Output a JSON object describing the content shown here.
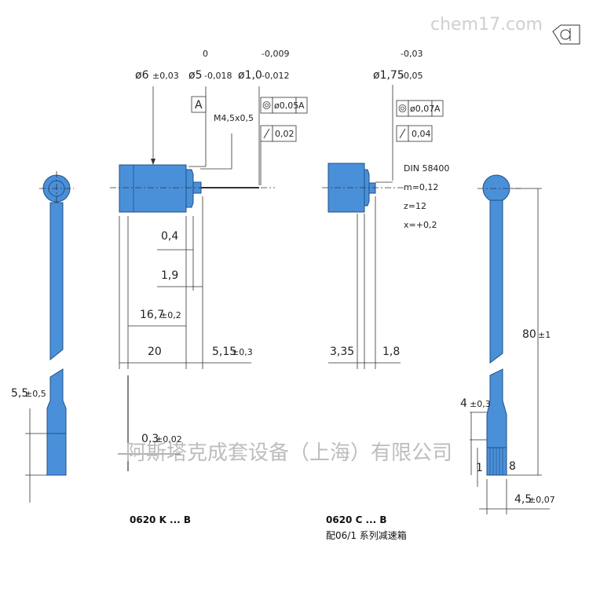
{
  "watermark_top": "chem17.com",
  "watermark_middle": "阿斯塔克成套设备（上海）有限公司",
  "part_k": {
    "label": "0620 K ... B",
    "dia_6": "ø6",
    "tol_6": "±0,03",
    "dia_5": "ø5",
    "tol_5_upper": "0",
    "tol_5_lower": "-0,018",
    "dia_1": "ø1,0",
    "tol_1_upper": "-0,009",
    "tol_1_lower": "-0,012",
    "datum": "A",
    "thread": "M4,5x0,5",
    "concentricity_value": "ø0,05",
    "concentricity_datum": "A",
    "runout_value": "0,02",
    "dim_0_4": "0,4",
    "dim_1_9": "1,9",
    "dim_16_7": "16,7",
    "tol_16_7": "±0,2",
    "dim_20": "20",
    "dim_5_15": "5,15",
    "tol_5_15": "±0,3"
  },
  "part_c": {
    "label": "0620 C ... B",
    "sublabel": "配06/1 系列减速箱",
    "dia_1_75": "ø1,75",
    "tol_upper": "-0,03",
    "tol_lower": "-0,05",
    "concentricity_value": "ø0,07",
    "concentricity_datum": "A",
    "runout_value": "0,04",
    "gear_std": "DIN 58400",
    "gear_m": "m=0,12",
    "gear_z": "z=12",
    "gear_x": "x=+0,2",
    "dim_3_35": "3,35",
    "dim_1_8": "1,8"
  },
  "left_view": {
    "dim_5_5": "5,5",
    "tol_5_5": "±0,5",
    "dim_0_3": "0,3",
    "tol_0_3": "±0,02"
  },
  "right_view": {
    "dim_80": "80",
    "tol_80": "±1",
    "dim_4": "4",
    "tol_4": "±0,3",
    "dim_1": "1",
    "dim_8": "8",
    "dim_4_5": "4,5",
    "tol_4_5": "±0,07"
  },
  "colors": {
    "part_fill": "#4a90d9",
    "part_stroke": "#1f4f86"
  }
}
